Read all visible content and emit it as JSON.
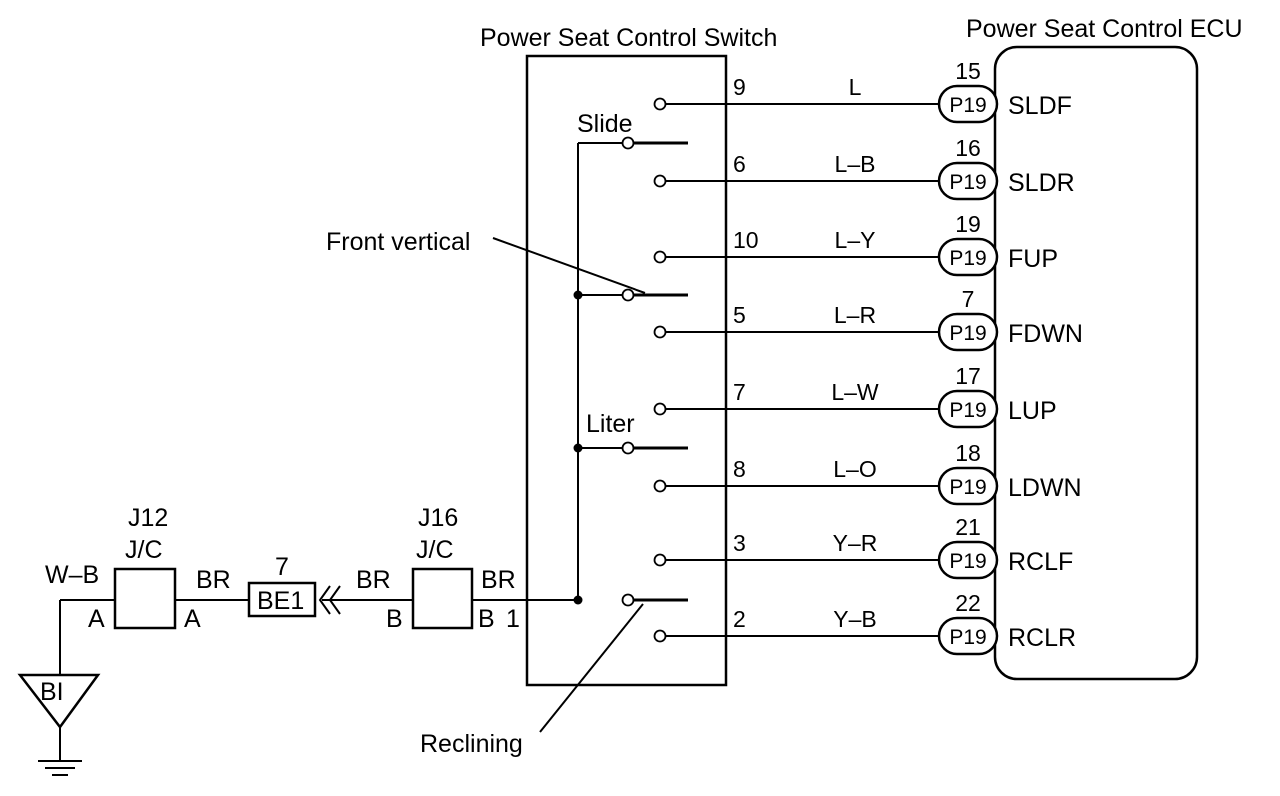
{
  "switch_title": "Power Seat Control Switch",
  "ecu_title": "Power Seat Control ECU",
  "ecu_connector": "P19",
  "circuits": [
    {
      "switch_pin": "9",
      "wire": "L",
      "ecu_pin": "15",
      "signal": "SLDF"
    },
    {
      "switch_pin": "6",
      "wire": "L–B",
      "ecu_pin": "16",
      "signal": "SLDR"
    },
    {
      "switch_pin": "10",
      "wire": "L–Y",
      "ecu_pin": "19",
      "signal": "FUP"
    },
    {
      "switch_pin": "5",
      "wire": "L–R",
      "ecu_pin": "7",
      "signal": "FDWN"
    },
    {
      "switch_pin": "7",
      "wire": "L–W",
      "ecu_pin": "17",
      "signal": "LUP"
    },
    {
      "switch_pin": "8",
      "wire": "L–O",
      "ecu_pin": "18",
      "signal": "LDWN"
    },
    {
      "switch_pin": "3",
      "wire": "Y–R",
      "ecu_pin": "21",
      "signal": "RCLF"
    },
    {
      "switch_pin": "2",
      "wire": "Y–B",
      "ecu_pin": "22",
      "signal": "RCLR"
    }
  ],
  "switch_labels": {
    "slide": "Slide",
    "front_vertical": "Front vertical",
    "lifter": "Liter",
    "reclining": "Reclining"
  },
  "power_path": {
    "ground": "BI",
    "ground_wire": "W–B",
    "j12_name": "J12",
    "j12_type": "J/C",
    "j12_pin_in": "A",
    "j12_pin_out": "A",
    "wire_br": "BR",
    "be1_num": "7",
    "be1_name": "BE1",
    "j16_name": "J16",
    "j16_type": "J/C",
    "j16_pin_in": "B",
    "j16_pin_out": "B",
    "switch_in_pin": "1"
  }
}
